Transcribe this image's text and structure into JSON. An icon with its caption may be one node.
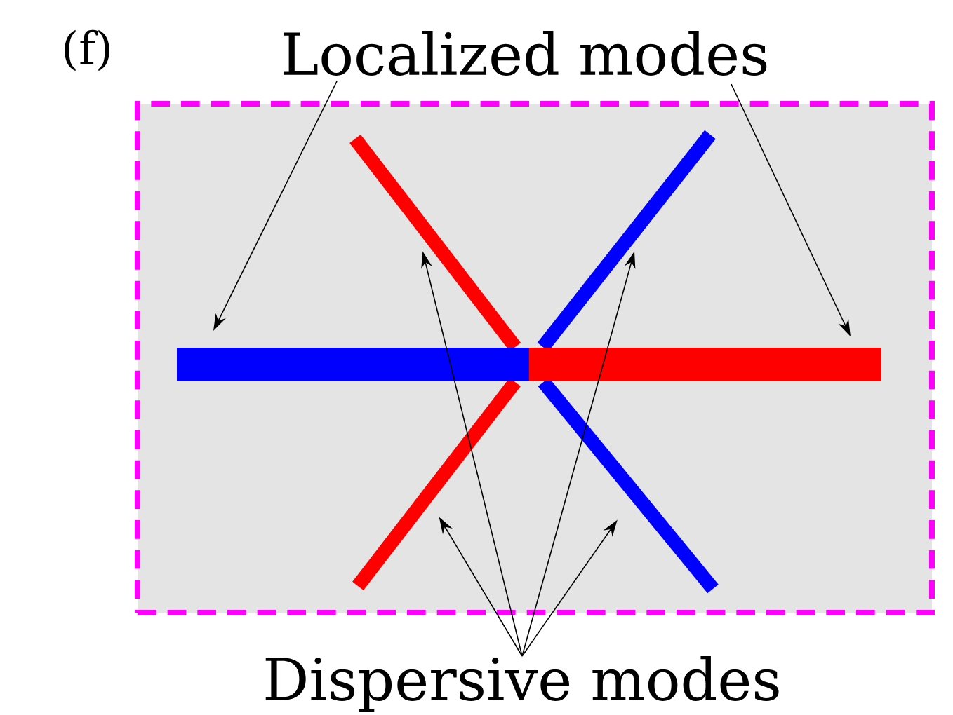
{
  "diagram": {
    "nodes": [
      {
        "text": [
          "Localized modes"
        ]
      },
      {
        "text": [
          "Dispersive modes"
        ]
      },
      {
        "text": [],
        "shape": "box"
      },
      {
        "text": [],
        "shape": "bar",
        "in": 2
      },
      {
        "text": [],
        "shape": "bar",
        "in": 2
      },
      {
        "text": [],
        "shape": "bar",
        "in": 2
      },
      {
        "text": [],
        "shape": "bar",
        "in": 2
      },
      {
        "text": [],
        "shape": "bar",
        "in": 2
      },
      {
        "text": [],
        "shape": "bar",
        "in": 2
      }
    ],
    "edges": [
      {
        "from": 0,
        "to": 3,
        "arrow": "to"
      },
      {
        "from": 0,
        "to": 4,
        "arrow": "to"
      },
      {
        "from": 1,
        "to": 5,
        "arrow": "to"
      },
      {
        "from": 1,
        "to": 6,
        "arrow": "to"
      },
      {
        "from": 1,
        "to": 7,
        "arrow": "to"
      },
      {
        "from": 1,
        "to": 8,
        "arrow": "to"
      }
    ],
    "labels": [
      "(f)"
    ]
  }
}
